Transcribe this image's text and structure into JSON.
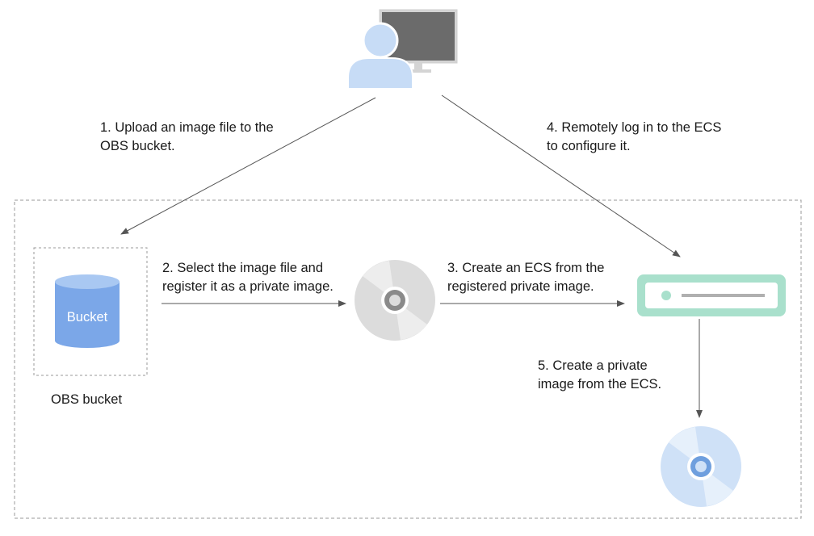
{
  "steps": {
    "upload": {
      "line1": "1. Upload an image file to the",
      "line2": "OBS bucket."
    },
    "register": {
      "line1": "2. Select the image file and",
      "line2": "register it as a private image."
    },
    "create_ecs": {
      "line1": "3. Create an ECS from the",
      "line2": "registered private image."
    },
    "remote_login": {
      "line1": "4. Remotely log in to the ECS",
      "line2": "to configure it."
    },
    "create_image": {
      "line1": "5. Create a private",
      "line2": "image from the ECS."
    }
  },
  "bucket": {
    "icon_label": "Bucket",
    "caption": "OBS bucket"
  },
  "colors": {
    "user_blue": "#c7dcf6",
    "monitor_gray": "#6b6b6b",
    "bucket_blue": "#7ba7e8",
    "disc_gray": "#dcdcdc",
    "disc_blue": "#cfe1f7",
    "ecs_green": "#a9e0cc",
    "arrow": "#555555",
    "dashed_border": "#9a9a9a"
  }
}
